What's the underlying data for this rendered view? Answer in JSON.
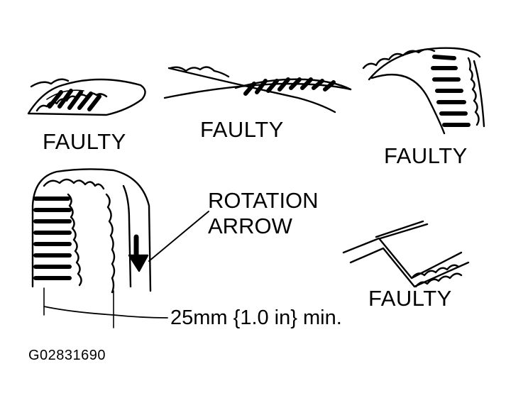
{
  "labels": {
    "faulty_1": "FAULTY",
    "faulty_2": "FAULTY",
    "faulty_3": "FAULTY",
    "faulty_4": "FAULTY",
    "rotation_line1": "ROTATION",
    "rotation_line2": "ARROW",
    "dimension": "25mm {1.0 in} min.",
    "figure_code": "G02831690"
  },
  "colors": {
    "ink": "#000000",
    "paper": "#ffffff"
  }
}
